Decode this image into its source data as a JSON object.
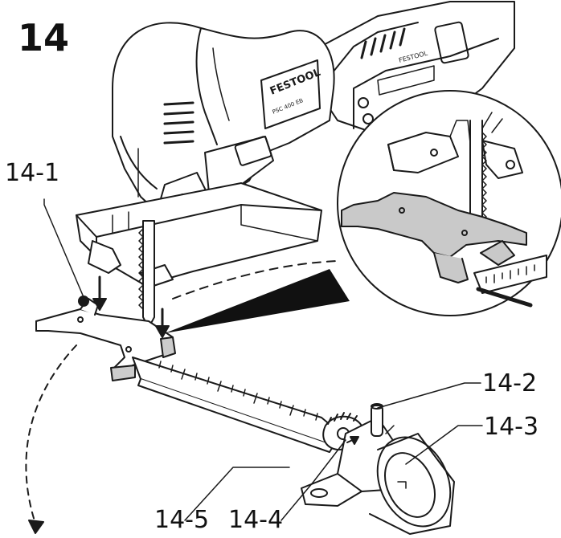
{
  "figure": {
    "number": "14"
  },
  "brand": {
    "name": "FESTOOL",
    "model": "PSC 400 EB"
  },
  "callouts": {
    "c1": "14-1",
    "c2": "14-2",
    "c3": "14-3",
    "c4": "14-4",
    "c5": "14-5"
  }
}
